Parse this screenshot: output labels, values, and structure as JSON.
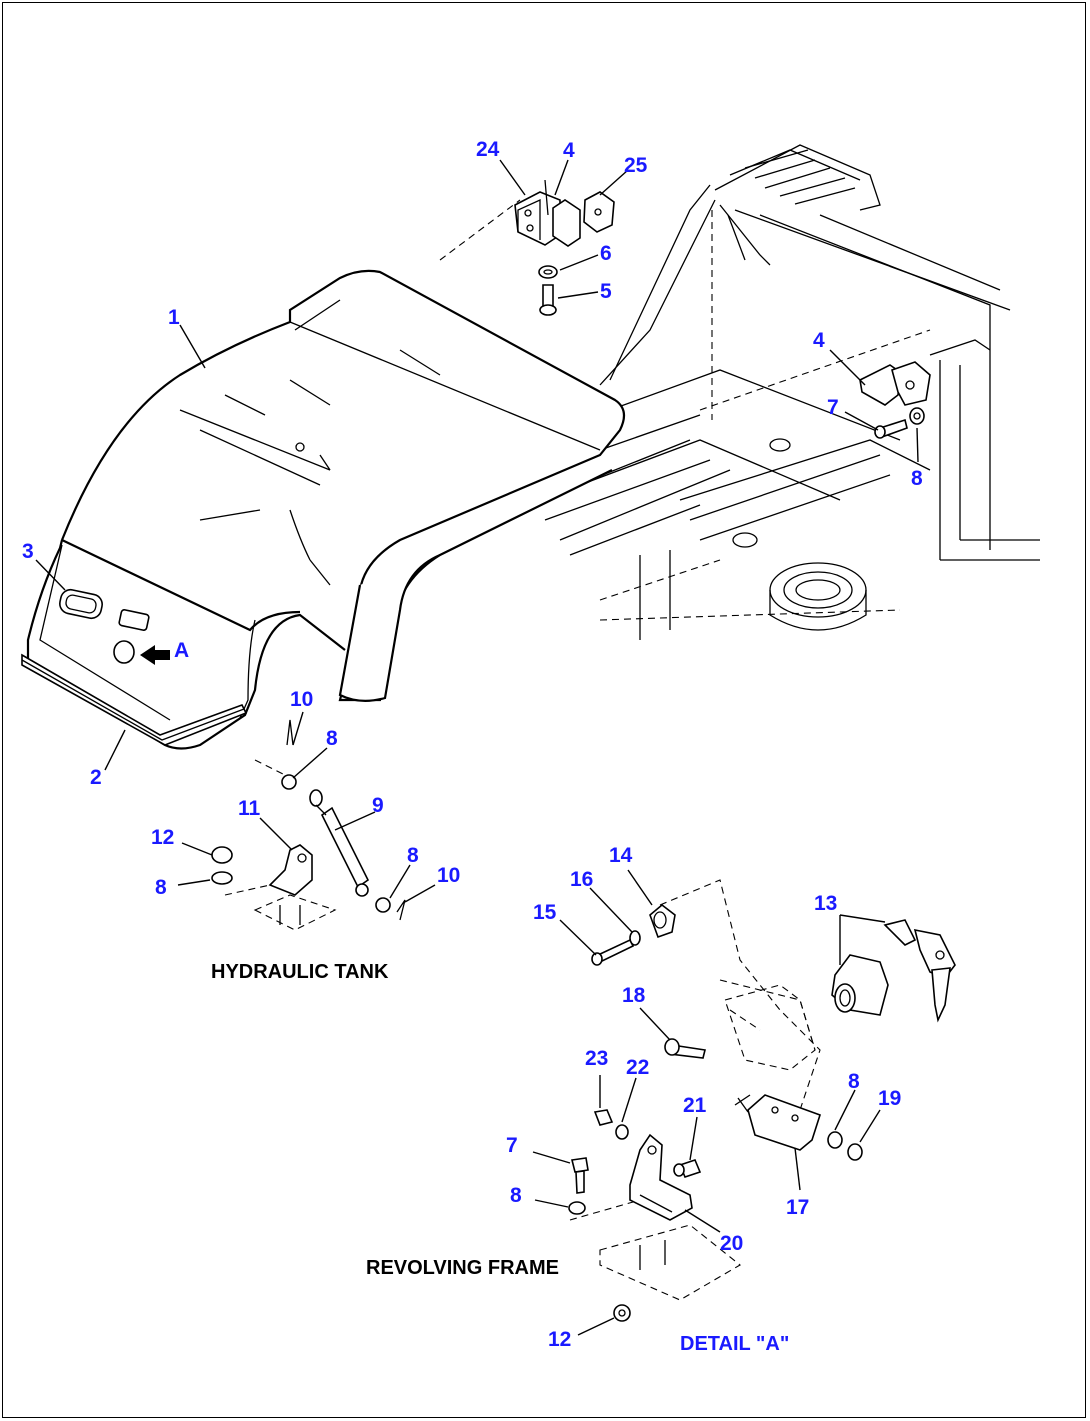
{
  "diagram": {
    "captions": {
      "hydraulic_tank": "HYDRAULIC TANK",
      "revolving_frame": "REVOLVING FRAME",
      "detail_a": "DETAIL \"A\""
    },
    "view_marker": "A",
    "callouts": [
      {
        "id": "c1",
        "label": "1"
      },
      {
        "id": "c2",
        "label": "2"
      },
      {
        "id": "c3",
        "label": "3"
      },
      {
        "id": "c4a",
        "label": "4"
      },
      {
        "id": "c4b",
        "label": "4"
      },
      {
        "id": "c5",
        "label": "5"
      },
      {
        "id": "c6",
        "label": "6"
      },
      {
        "id": "c7a",
        "label": "7"
      },
      {
        "id": "c7b",
        "label": "7"
      },
      {
        "id": "c8a",
        "label": "8"
      },
      {
        "id": "c8b",
        "label": "8"
      },
      {
        "id": "c8c",
        "label": "8"
      },
      {
        "id": "c8d",
        "label": "8"
      },
      {
        "id": "c8e",
        "label": "8"
      },
      {
        "id": "c8f",
        "label": "8"
      },
      {
        "id": "c9",
        "label": "9"
      },
      {
        "id": "c10a",
        "label": "10"
      },
      {
        "id": "c10b",
        "label": "10"
      },
      {
        "id": "c11",
        "label": "11"
      },
      {
        "id": "c12a",
        "label": "12"
      },
      {
        "id": "c12b",
        "label": "12"
      },
      {
        "id": "c13",
        "label": "13"
      },
      {
        "id": "c14",
        "label": "14"
      },
      {
        "id": "c15",
        "label": "15"
      },
      {
        "id": "c16",
        "label": "16"
      },
      {
        "id": "c17",
        "label": "17"
      },
      {
        "id": "c18",
        "label": "18"
      },
      {
        "id": "c19",
        "label": "19"
      },
      {
        "id": "c20",
        "label": "20"
      },
      {
        "id": "c21",
        "label": "21"
      },
      {
        "id": "c22",
        "label": "22"
      },
      {
        "id": "c23",
        "label": "23"
      },
      {
        "id": "c24",
        "label": "24"
      },
      {
        "id": "c25",
        "label": "25"
      }
    ]
  }
}
